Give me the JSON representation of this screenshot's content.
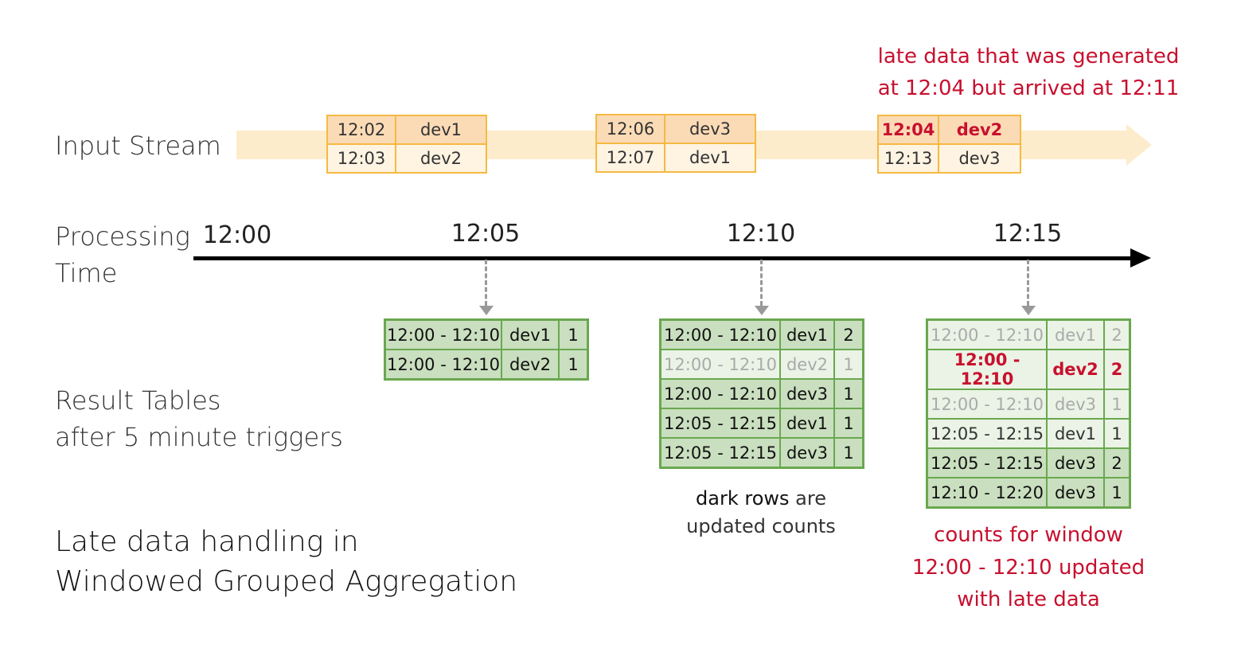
{
  "labels": {
    "input_stream": "Input Stream",
    "processing_time_1": "Processing",
    "processing_time_2": "Time",
    "result_tables_1": "Result Tables",
    "result_tables_2": "after 5 minute triggers",
    "title_1": "Late data handling in",
    "title_2": "Windowed Grouped Aggregation"
  },
  "late_note": [
    "late data that was generated",
    "at 12:04 but arrived at 12:11"
  ],
  "dark_rows_note": {
    "bold": "dark rows",
    "rest": "are",
    "line2": "updated counts"
  },
  "counts_note": [
    "counts for window",
    "12:00 - 12:10 updated",
    "with late data"
  ],
  "axis_ticks": [
    "12:00",
    "12:05",
    "12:10",
    "12:15"
  ],
  "input_events": [
    {
      "rows": [
        {
          "time": "12:02",
          "device": "dev1"
        },
        {
          "time": "12:03",
          "device": "dev2"
        }
      ]
    },
    {
      "rows": [
        {
          "time": "12:06",
          "device": "dev3"
        },
        {
          "time": "12:07",
          "device": "dev1"
        }
      ]
    },
    {
      "rows": [
        {
          "time": "12:04",
          "device": "dev2",
          "late": true
        },
        {
          "time": "12:13",
          "device": "dev3"
        }
      ]
    }
  ],
  "result_tables": [
    {
      "rows": [
        {
          "window": "12:00 - 12:10",
          "device": "dev1",
          "count": "1",
          "style": "dark"
        },
        {
          "window": "12:00 - 12:10",
          "device": "dev2",
          "count": "1",
          "style": "dark"
        }
      ]
    },
    {
      "rows": [
        {
          "window": "12:00 - 12:10",
          "device": "dev1",
          "count": "2",
          "style": "dark"
        },
        {
          "window": "12:00 - 12:10",
          "device": "dev2",
          "count": "1",
          "style": "light"
        },
        {
          "window": "12:00 - 12:10",
          "device": "dev3",
          "count": "1",
          "style": "dark"
        },
        {
          "window": "12:05 - 12:15",
          "device": "dev1",
          "count": "1",
          "style": "dark"
        },
        {
          "window": "12:05 - 12:15",
          "device": "dev3",
          "count": "1",
          "style": "dark"
        }
      ]
    },
    {
      "rows": [
        {
          "window": "12:00 - 12:10",
          "device": "dev1",
          "count": "2",
          "style": "light"
        },
        {
          "window": "12:00 - 12:10",
          "device": "dev2",
          "count": "2",
          "style": "redrow"
        },
        {
          "window": "12:00 - 12:10",
          "device": "dev3",
          "count": "1",
          "style": "light"
        },
        {
          "window": "12:05 - 12:15",
          "device": "dev1",
          "count": "1",
          "style": "mid"
        },
        {
          "window": "12:05 - 12:15",
          "device": "dev3",
          "count": "2",
          "style": "dark"
        },
        {
          "window": "12:10 - 12:20",
          "device": "dev3",
          "count": "1",
          "style": "dark"
        }
      ]
    }
  ]
}
